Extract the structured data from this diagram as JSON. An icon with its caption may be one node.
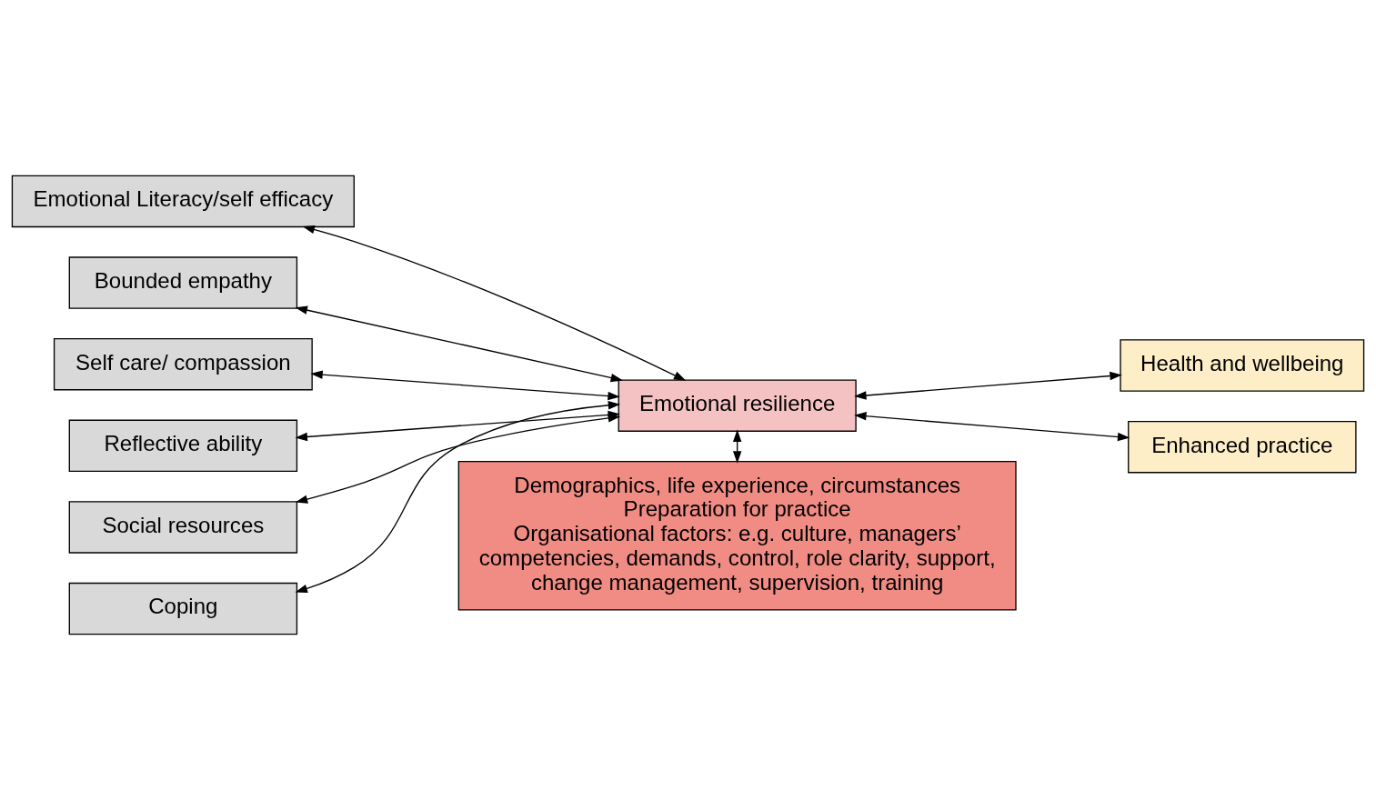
{
  "diagram": {
    "nodes": [
      {
        "text": [
          "Emotional Literacy/self efficacy"
        ]
      },
      {
        "text": [
          "Bounded empathy"
        ]
      },
      {
        "text": [
          "Self care/ compassion"
        ]
      },
      {
        "text": [
          "Reflective ability"
        ]
      },
      {
        "text": [
          "Social resources"
        ]
      },
      {
        "text": [
          "Coping"
        ]
      },
      {
        "text": [
          "Emotional resilience"
        ]
      },
      {
        "text": [
          "Health and wellbeing"
        ]
      },
      {
        "text": [
          "Enhanced practice"
        ]
      },
      {
        "text": [
          "Demographics, life experience, circumstances",
          "Preparation for practice",
          "Organisational factors: e.g. culture, managers’ competencies, demands, control, role clarity, support, change management, supervision, training"
        ]
      }
    ],
    "edges": [
      {
        "from": 0,
        "to": 6,
        "arrow": "both"
      },
      {
        "from": 1,
        "to": 6,
        "arrow": "both"
      },
      {
        "from": 2,
        "to": 6,
        "arrow": "both"
      },
      {
        "from": 3,
        "to": 6,
        "arrow": "both"
      },
      {
        "from": 4,
        "to": 6,
        "arrow": "both"
      },
      {
        "from": 5,
        "to": 6,
        "arrow": "both"
      },
      {
        "from": 6,
        "to": 7,
        "arrow": "both"
      },
      {
        "from": 6,
        "to": 8,
        "arrow": "both"
      },
      {
        "from": 6,
        "to": 9,
        "arrow": "both"
      }
    ]
  }
}
